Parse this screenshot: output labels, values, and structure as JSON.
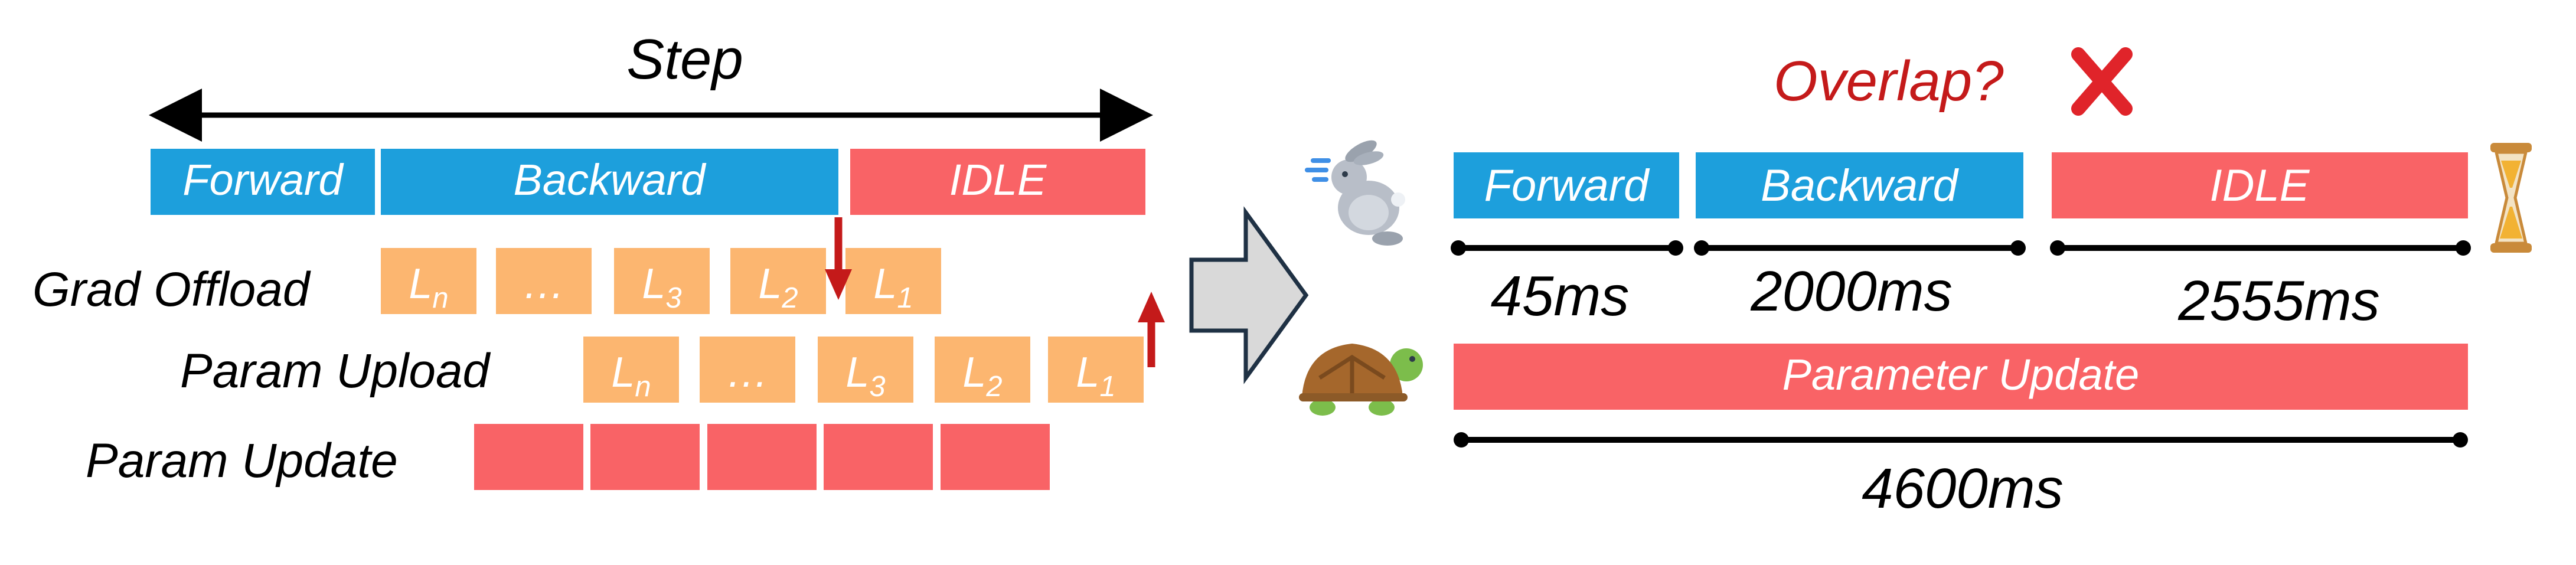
{
  "colors": {
    "blue": "#1d9fdc",
    "red": "#f96366",
    "orange": "#fcb670",
    "dark_red": "#c41a1a",
    "black": "#000000",
    "white": "#ffffff",
    "block_arrow_fill": "#d9d9d9",
    "block_arrow_stroke": "#1f3144"
  },
  "left": {
    "step_label": "Step",
    "phases": {
      "forward": "Forward",
      "backward": "Backward",
      "idle": "IDLE"
    },
    "rows": {
      "grad_offload": "Grad Offload",
      "param_upload": "Param Upload",
      "param_update": "Param Update"
    },
    "grad_offload_blocks": [
      {
        "main": "L",
        "sub": "n"
      },
      {
        "main": "…",
        "sub": ""
      },
      {
        "main": "L",
        "sub": "3"
      },
      {
        "main": "L",
        "sub": "2"
      },
      {
        "main": "L",
        "sub": "1"
      }
    ],
    "param_upload_blocks": [
      {
        "main": "L",
        "sub": "n"
      },
      {
        "main": "…",
        "sub": ""
      },
      {
        "main": "L",
        "sub": "3"
      },
      {
        "main": "L",
        "sub": "2"
      },
      {
        "main": "L",
        "sub": "1"
      }
    ],
    "param_update_block_count": 5
  },
  "transition_icon": "right-block-arrow",
  "right": {
    "overlap_label": "Overlap?",
    "overlap_icon": "cross-mark-icon",
    "fast_icon": "rabbit-icon",
    "slow_icon": "turtle-icon",
    "timer_icon": "hourglass-icon",
    "phases": {
      "forward": "Forward",
      "backward": "Backward",
      "idle": "IDLE"
    },
    "durations": {
      "forward": "45ms",
      "backward": "2000ms",
      "idle": "2555ms"
    },
    "update_label": "Parameter Update",
    "update_duration": "4600ms"
  }
}
